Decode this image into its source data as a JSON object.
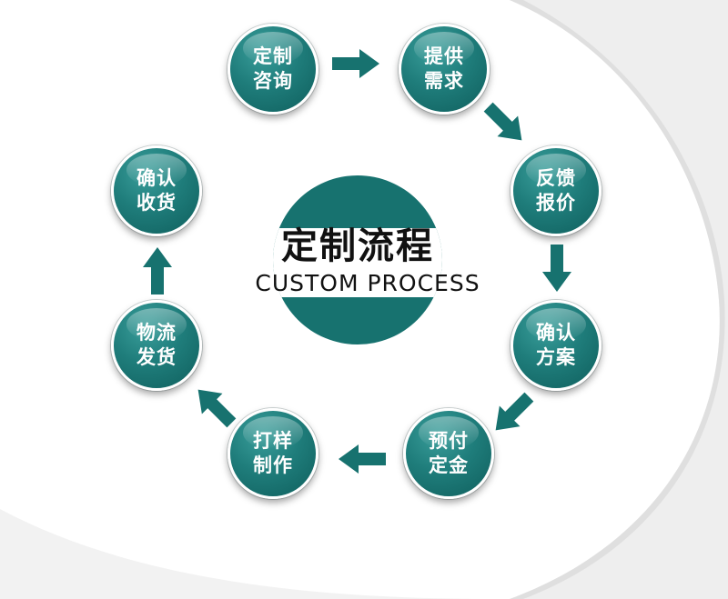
{
  "center": {
    "title": "定制流程",
    "subtitle": "CUSTOM PROCESS"
  },
  "steps": [
    {
      "line1": "定制",
      "line2": "咨询"
    },
    {
      "line1": "提供",
      "line2": "需求"
    },
    {
      "line1": "反馈",
      "line2": "报价"
    },
    {
      "line1": "确认",
      "line2": "方案"
    },
    {
      "line1": "预付",
      "line2": "定金"
    },
    {
      "line1": "打样",
      "line2": "制作"
    },
    {
      "line1": "物流",
      "line2": "发货"
    },
    {
      "line1": "确认",
      "line2": "收货"
    }
  ],
  "colors": {
    "node": "#1f7d7b",
    "arrow": "#17726f",
    "text": "#111111"
  }
}
